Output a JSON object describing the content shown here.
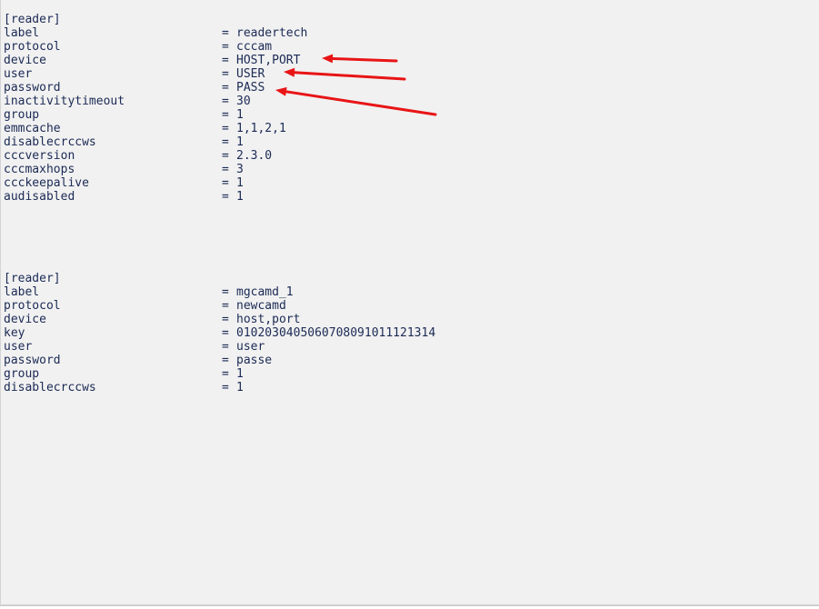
{
  "sections": [
    {
      "header": "[reader]",
      "entries": [
        {
          "key": "label",
          "value": "readertech"
        },
        {
          "key": "protocol",
          "value": "cccam"
        },
        {
          "key": "device",
          "value": "HOST,PORT"
        },
        {
          "key": "user",
          "value": "USER"
        },
        {
          "key": "password",
          "value": "PASS"
        },
        {
          "key": "inactivitytimeout",
          "value": "30"
        },
        {
          "key": "group",
          "value": "1"
        },
        {
          "key": "emmcache",
          "value": "1,1,2,1"
        },
        {
          "key": "disablecrccws",
          "value": "1"
        },
        {
          "key": "cccversion",
          "value": "2.3.0"
        },
        {
          "key": "cccmaxhops",
          "value": "3"
        },
        {
          "key": "ccckeepalive",
          "value": "1"
        },
        {
          "key": "audisabled",
          "value": "1"
        }
      ]
    },
    {
      "header": "[reader]",
      "entries": [
        {
          "key": "label",
          "value": "mgcamd_1"
        },
        {
          "key": "protocol",
          "value": "newcamd"
        },
        {
          "key": "device",
          "value": "host,port"
        },
        {
          "key": "key",
          "value": "0102030405060708091011121314"
        },
        {
          "key": "user",
          "value": "user"
        },
        {
          "key": "password",
          "value": "passe"
        },
        {
          "key": "group",
          "value": "1"
        },
        {
          "key": "disablecrccws",
          "value": "1"
        }
      ]
    }
  ],
  "separator": "=",
  "annotations": {
    "arrow_color": "#e81416",
    "arrow_targets": [
      "device",
      "user",
      "password"
    ]
  }
}
